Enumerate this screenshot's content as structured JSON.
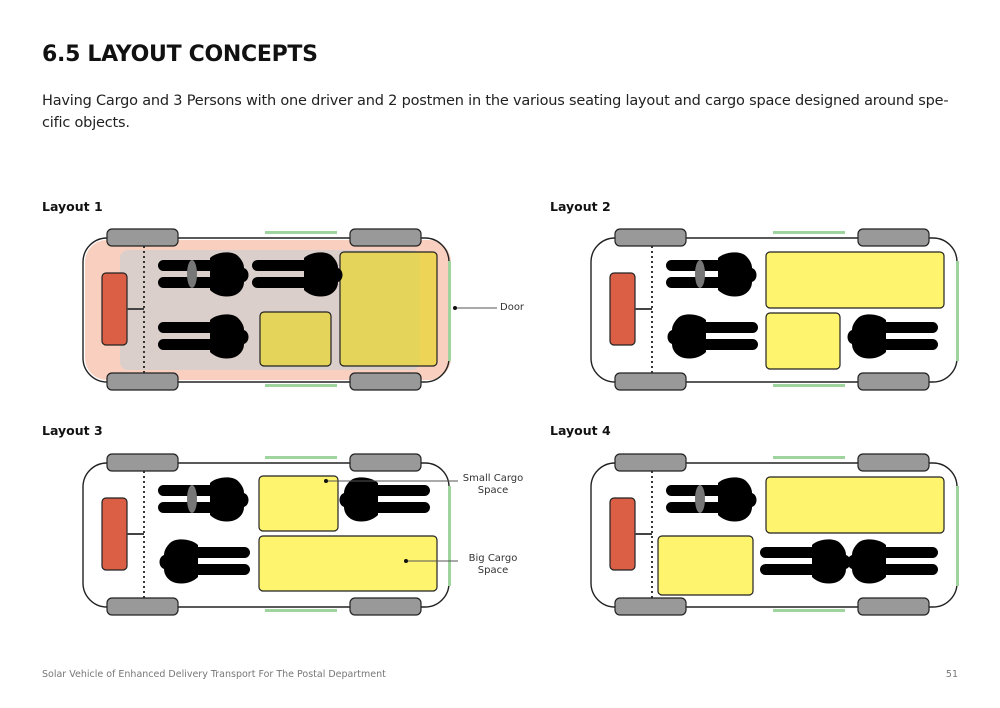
{
  "page": {
    "title": "6.5 LAYOUT CONCEPTS",
    "intro": "Having Cargo and  3 Persons with one driver and 2 postmen in the various seating layout and cargo space designed around spe-cific objects.",
    "footer_text": "Solar Vehicle of Enhanced Delivery Transport For The Postal Department",
    "page_number": "51"
  },
  "colors": {
    "cargo": "#fff46e",
    "cargo_translucent": "#e8d62a",
    "battery": "#db5f45",
    "wheel": "#999999",
    "door": "#9fd49f",
    "outline": "#222222",
    "person": "#000000",
    "steering": "#777777",
    "photo_tint": "#f4a88a"
  },
  "layouts": [
    {
      "label": "Layout 1",
      "background": "photo",
      "annotations": [
        {
          "text": "Door",
          "target": "rear-door"
        }
      ],
      "persons": [
        {
          "role": "driver",
          "row": "top",
          "zone": "front",
          "facing": "rear"
        },
        {
          "role": "postman",
          "row": "top",
          "zone": "middle",
          "facing": "rear"
        },
        {
          "role": "postman",
          "row": "bottom",
          "zone": "front",
          "facing": "rear"
        }
      ],
      "cargo": [
        {
          "name": "small-cargo",
          "zone": "middle-bottom"
        },
        {
          "name": "big-cargo",
          "zone": "rear-full"
        }
      ]
    },
    {
      "label": "Layout 2",
      "background": "plain",
      "annotations": [],
      "persons": [
        {
          "role": "driver",
          "row": "top",
          "zone": "front",
          "facing": "rear"
        },
        {
          "role": "postman",
          "row": "bottom",
          "zone": "front",
          "facing": "front"
        },
        {
          "role": "postman",
          "row": "bottom",
          "zone": "rear",
          "facing": "front"
        }
      ],
      "cargo": [
        {
          "name": "big-cargo",
          "zone": "top-long"
        },
        {
          "name": "small-cargo",
          "zone": "bottom-middle"
        }
      ]
    },
    {
      "label": "Layout 3",
      "background": "plain",
      "annotations": [
        {
          "text": "Small Cargo Space",
          "line1": "Small Cargo",
          "line2": "Space",
          "target": "small-cargo"
        },
        {
          "text": "Big Cargo Space",
          "line1": "Big Cargo",
          "line2": "Space",
          "target": "big-cargo"
        }
      ],
      "persons": [
        {
          "role": "driver",
          "row": "top",
          "zone": "front",
          "facing": "rear"
        },
        {
          "role": "postman",
          "row": "bottom",
          "zone": "front",
          "facing": "front"
        },
        {
          "role": "postman",
          "row": "top",
          "zone": "rear",
          "facing": "front"
        }
      ],
      "cargo": [
        {
          "name": "small-cargo",
          "zone": "top-middle"
        },
        {
          "name": "big-cargo",
          "zone": "bottom-long"
        }
      ]
    },
    {
      "label": "Layout 4",
      "background": "plain",
      "annotations": [],
      "persons": [
        {
          "role": "driver",
          "row": "top",
          "zone": "front",
          "facing": "rear"
        },
        {
          "role": "postman",
          "row": "bottom",
          "zone": "middle",
          "facing": "rear"
        },
        {
          "role": "postman",
          "row": "bottom",
          "zone": "rear",
          "facing": "front"
        }
      ],
      "cargo": [
        {
          "name": "big-cargo",
          "zone": "top-long"
        },
        {
          "name": "small-cargo",
          "zone": "bottom-front"
        }
      ]
    }
  ]
}
